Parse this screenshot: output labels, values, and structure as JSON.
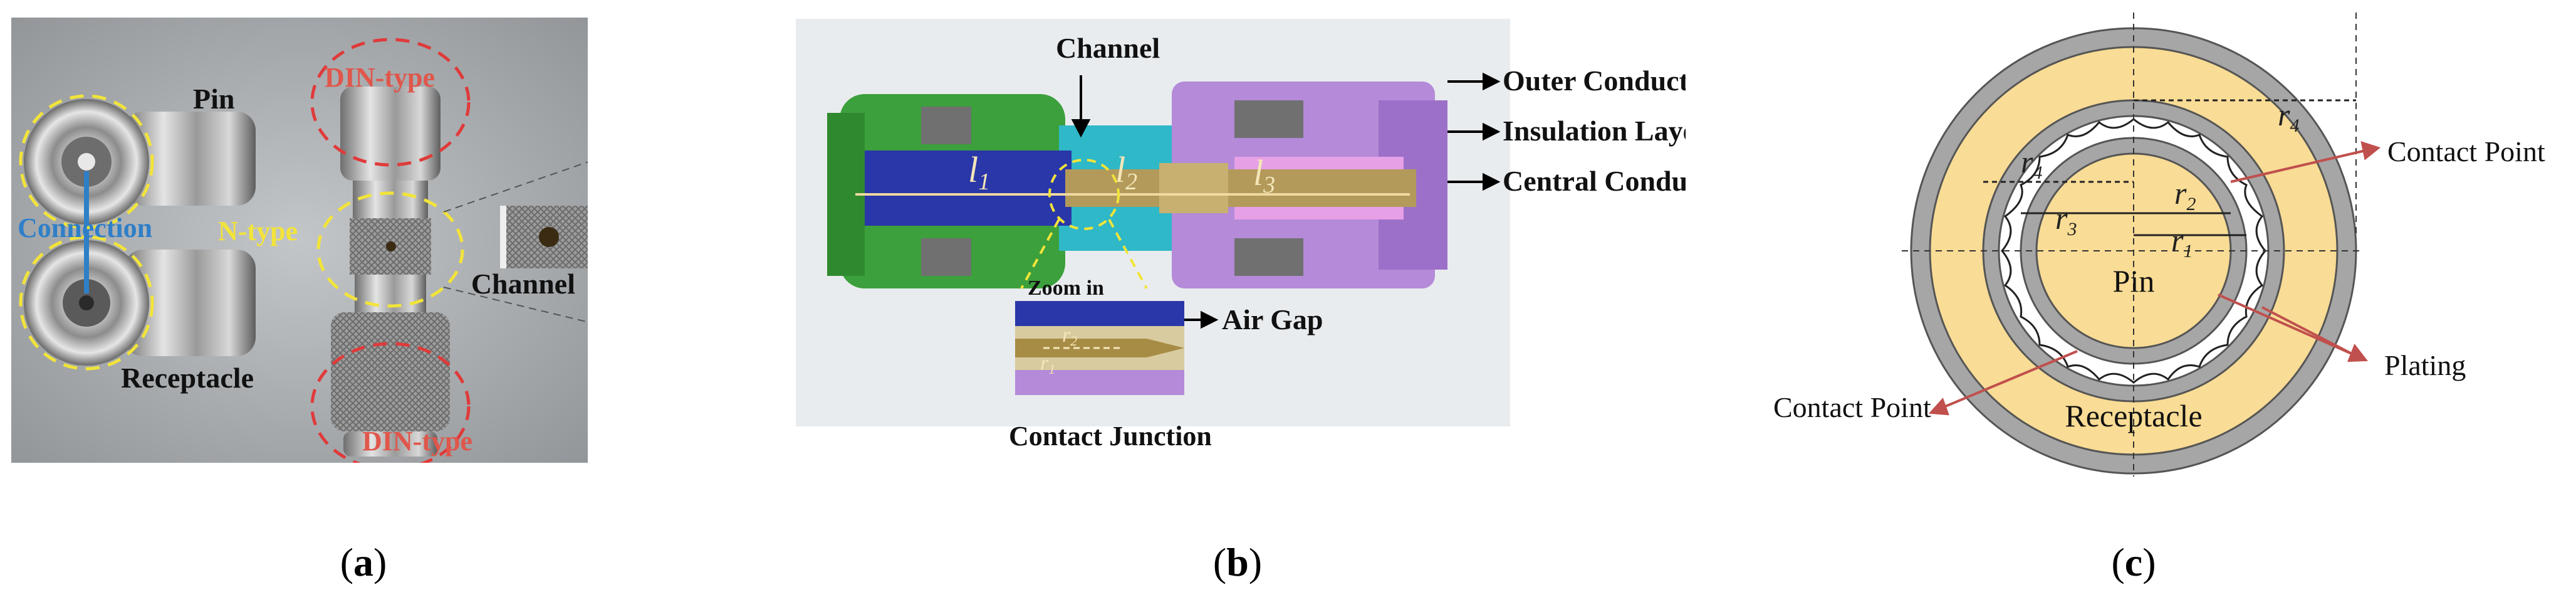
{
  "panel_a": {
    "pin": "Pin",
    "connection": "Connection",
    "n_type": "N-type",
    "receptacle": "Receptacle",
    "din_type_top": "DIN-type",
    "din_type_bottom": "DIN-type",
    "channel": "Channel",
    "caption": "a"
  },
  "panel_b": {
    "channel": "Channel",
    "outer_conductor": "Outer Conductor",
    "insulation_layer": "Insulation Layer",
    "central_conductor": "Central Conductor",
    "l1": "l",
    "l1_sub": "1",
    "l2": "l",
    "l2_sub": "2",
    "l3": "l",
    "l3_sub": "3",
    "zoom_in": "Zoom in",
    "air_gap": "Air Gap",
    "r_small": "r",
    "r_small_sub": "2",
    "r_small2": "r",
    "r_small2_sub": "1",
    "contact_junction": "Contact Junction",
    "caption": "b"
  },
  "panel_c": {
    "r1": "r",
    "r1_sub": "1",
    "r2": "r",
    "r2_sub": "2",
    "r3": "r",
    "r3_sub": "3",
    "r4": "r",
    "r4_sub": "4",
    "contact_point_right": "Contact Point",
    "contact_point_left": "Contact Point",
    "pin": "Pin",
    "receptacle": "Receptacle",
    "plating": "Plating",
    "caption": "c"
  },
  "colors": {
    "din_red": "#e03a3a",
    "yellow": "#f2e43a",
    "connection_blue": "#2f7fc8",
    "insulation_yellow": "#f9dc95",
    "gray_ring": "#a6a6a6",
    "arrow_red": "#c0504d"
  }
}
